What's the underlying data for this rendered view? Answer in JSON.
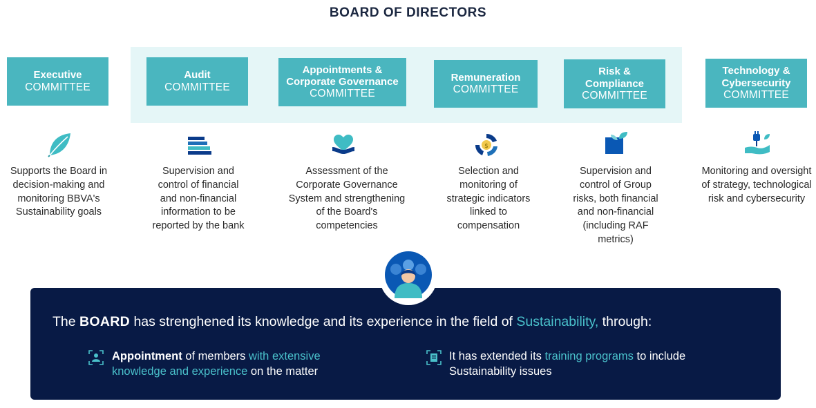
{
  "title": "BOARD OF DIRECTORS",
  "committees": [
    {
      "name": "Executive",
      "sub": "COMMITTEE",
      "icon": "leaf-icon",
      "description": "Supports the Board in decision-making and monitoring BBVA's Sustainability goals"
    },
    {
      "name": "Audit",
      "sub": "COMMITTEE",
      "icon": "stacked-layers-icon",
      "description": "Supervision and control of financial and non-financial information to be reported by the bank"
    },
    {
      "name": "Appointments & Corporate Governance",
      "sub": "COMMITTEE",
      "icon": "heart-hands-icon",
      "description": "Assessment of the Corporate Governance System and strengthening of the Board's competencies"
    },
    {
      "name": "Remuneration",
      "sub": "COMMITTEE",
      "icon": "recycle-coin-icon",
      "description": "Selection and monitoring of strategic indicators linked to compensation"
    },
    {
      "name": "Risk & Compliance",
      "sub": "COMMITTEE",
      "icon": "cube-leaf-icon",
      "description": "Supervision and control of Group risks, both financial and non-financial (including RAF metrics)"
    },
    {
      "name": "Technology & Cybersecurity",
      "sub": "COMMITTEE",
      "icon": "hand-plug-icon",
      "description": "Monitoring and oversight of strategy, technological risk and cybersecurity"
    }
  ],
  "board": {
    "avatar_icon": "group-people-icon",
    "intro_1": "The ",
    "intro_bold": "BOARD",
    "intro_2": " has strenghened its knowledge and its experience in the field of ",
    "intro_hl": "Sustainability,",
    "intro_3": " through:",
    "bullet1": {
      "icon": "person-focus-icon",
      "bold": "Appointment",
      "text1": " of members ",
      "hl": "with extensive knowledge and experience",
      "text2": " on the matter"
    },
    "bullet2": {
      "icon": "book-focus-icon",
      "text1": "It has extended its ",
      "hl": "training programs",
      "text2": " to include Sustainability issues"
    }
  },
  "colors": {
    "teal": "#4ab6bf",
    "band": "#e5f6f7",
    "navy": "#081a45",
    "highlight": "#4ac1cb"
  }
}
